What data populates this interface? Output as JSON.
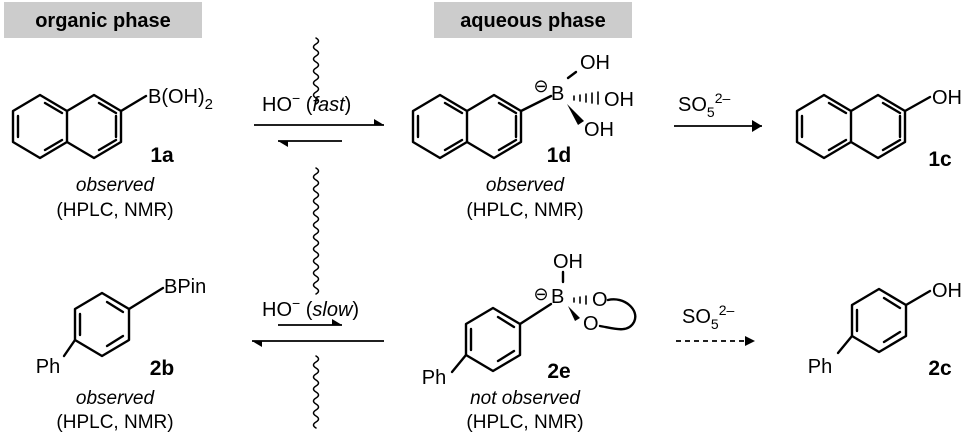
{
  "headers": {
    "organic": "organic phase",
    "aqueous": "aqueous phase"
  },
  "compounds": {
    "c1a": {
      "label": "1a",
      "group": "B(OH)",
      "sub": "2",
      "note": "observed",
      "method": "(HPLC, NMR)"
    },
    "c1d": {
      "label": "1d",
      "charge": "⊖",
      "oh_top": "OH",
      "oh_right": "OH",
      "oh_bottom": "OH",
      "note": "observed",
      "method": "(HPLC, NMR)"
    },
    "c1c": {
      "label": "1c",
      "group": "OH"
    },
    "c2b": {
      "label": "2b",
      "group": "BPin",
      "ph": "Ph",
      "note": "observed",
      "method": "(HPLC, NMR)"
    },
    "c2e": {
      "label": "2e",
      "charge": "⊖",
      "oh_top": "OH",
      "o1": "O",
      "o2": "O",
      "ph": "Ph",
      "note": "not observed",
      "method": "(HPLC, NMR)"
    },
    "c2c": {
      "label": "2c",
      "group": "OH",
      "ph": "Ph"
    }
  },
  "arrows": {
    "top_eq": {
      "reagent": "HO",
      "charge": "−",
      "rate": "fast"
    },
    "bottom_eq": {
      "reagent": "HO",
      "charge": "−",
      "rate": "slow"
    },
    "top_ox": {
      "reagent": "SO",
      "sub": "5",
      "sup": "2–"
    },
    "bottom_ox": {
      "reagent": "SO",
      "sub": "5",
      "sup": "2–"
    }
  },
  "colors": {
    "header_bg": "#cccccc",
    "ink": "#000000"
  }
}
